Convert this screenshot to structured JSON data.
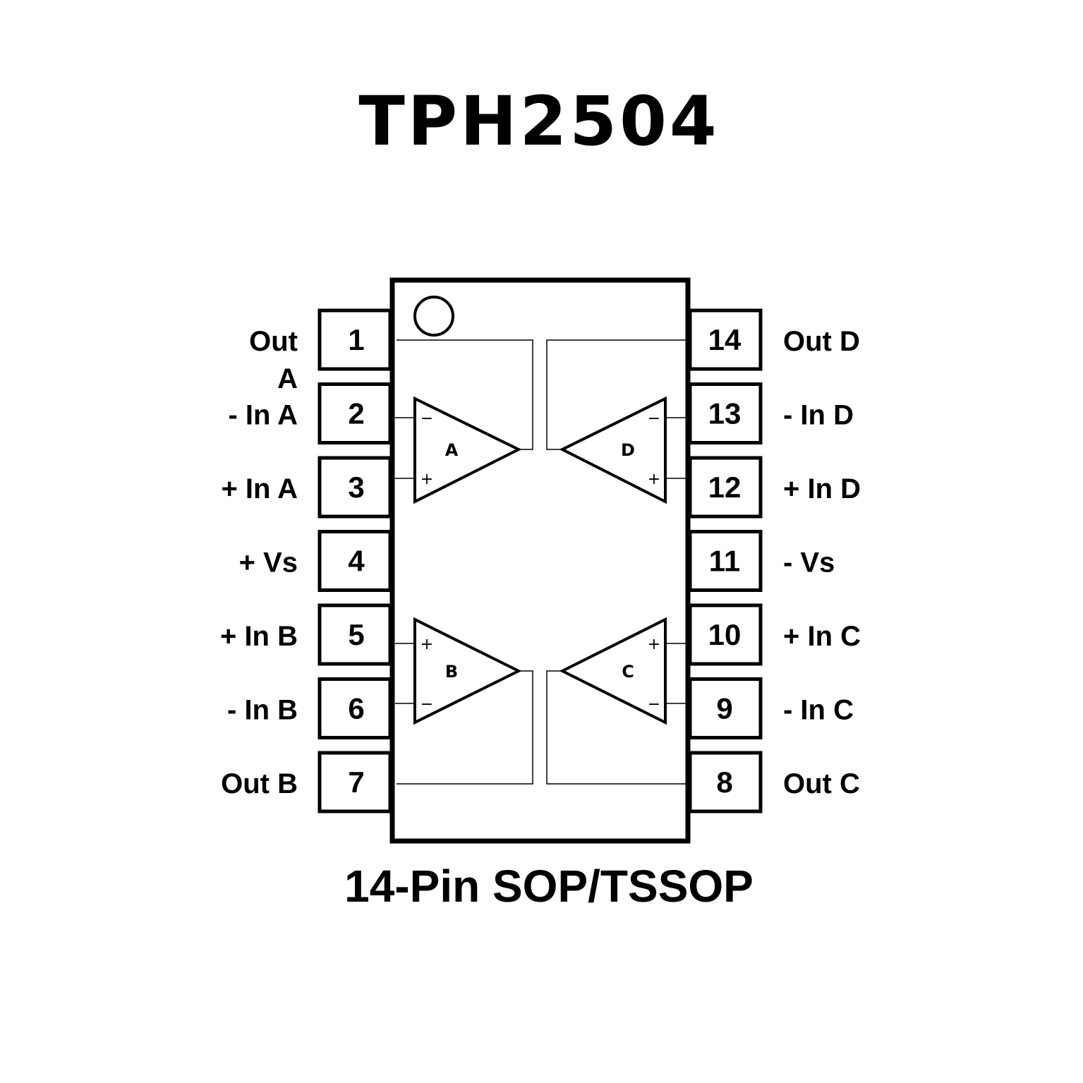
{
  "title": "TPH2504",
  "package": "14-Pin SOP/TSSOP",
  "colors": {
    "ink": "#000000",
    "background": "#ffffff"
  },
  "left_pins": [
    {
      "number": "1",
      "label": "Out",
      "label2": "A"
    },
    {
      "number": "2",
      "label": "- In A"
    },
    {
      "number": "3",
      "label": "+ In A"
    },
    {
      "number": "4",
      "label": "+ Vs"
    },
    {
      "number": "5",
      "label": "+ In B"
    },
    {
      "number": "6",
      "label": "- In B"
    },
    {
      "number": "7",
      "label": "Out B"
    }
  ],
  "right_pins": [
    {
      "number": "14",
      "label": "Out D"
    },
    {
      "number": "13",
      "label": "- In D"
    },
    {
      "number": "12",
      "label": "+ In D"
    },
    {
      "number": "11",
      "label": "- Vs"
    },
    {
      "number": "10",
      "label": "+ In C"
    },
    {
      "number": "9",
      "label": "- In C"
    },
    {
      "number": "8",
      "label": "Out C"
    }
  ],
  "amplifiers": [
    {
      "name": "A",
      "top_sign": "−",
      "bottom_sign": "+"
    },
    {
      "name": "D",
      "top_sign": "−",
      "bottom_sign": "+"
    },
    {
      "name": "B",
      "top_sign": "+",
      "bottom_sign": "−"
    },
    {
      "name": "C",
      "top_sign": "+",
      "bottom_sign": "−"
    }
  ]
}
